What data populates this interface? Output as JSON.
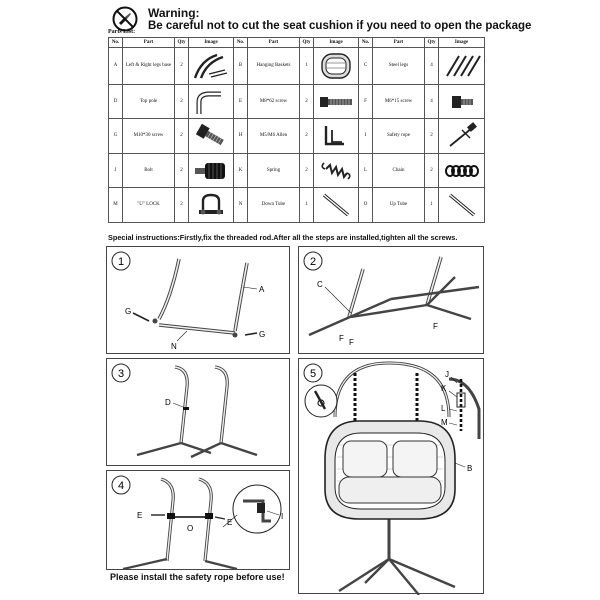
{
  "warning": {
    "title": "Warning:",
    "text": "Be careful not to cut the seat cushion if you need to open the package"
  },
  "parts_list_label": "Parts List:",
  "table": {
    "headers": [
      "No.",
      "Part",
      "Qty",
      "Image",
      "No.",
      "Part",
      "Qty",
      "Image",
      "No.",
      "Part",
      "Qty",
      "Image"
    ],
    "rows": [
      [
        {
          "no": "A",
          "part": "Left & Right legs base",
          "qty": "2",
          "icon": "legs-base-icon"
        },
        {
          "no": "B",
          "part": "Hanging Baskets",
          "qty": "1",
          "icon": "basket-icon"
        },
        {
          "no": "C",
          "part": "Steel legs",
          "qty": "4",
          "icon": "steel-legs-icon"
        }
      ],
      [
        {
          "no": "D",
          "part": "Top pole",
          "qty": "2",
          "icon": "top-pole-icon"
        },
        {
          "no": "E",
          "part": "M8*62 screw",
          "qty": "2",
          "icon": "screw-icon"
        },
        {
          "no": "F",
          "part": "M6*15 screw",
          "qty": "4",
          "icon": "short-screw-icon"
        }
      ],
      [
        {
          "no": "G",
          "part": "M10*30 screw",
          "qty": "2",
          "icon": "bolt-screw-icon"
        },
        {
          "no": "H",
          "part": "M5/M6 Allen",
          "qty": "2",
          "icon": "allen-key-icon"
        },
        {
          "no": "I",
          "part": "Safety rope",
          "qty": "2",
          "icon": "safety-rope-icon"
        }
      ],
      [
        {
          "no": "J",
          "part": "Bolt",
          "qty": "2",
          "icon": "bolt-icon"
        },
        {
          "no": "K",
          "part": "Spring",
          "qty": "2",
          "icon": "spring-icon"
        },
        {
          "no": "L",
          "part": "Chain",
          "qty": "2",
          "icon": "chain-icon"
        }
      ],
      [
        {
          "no": "M",
          "part": "\"U\" LOCK",
          "qty": "2",
          "icon": "u-lock-icon"
        },
        {
          "no": "N",
          "part": "Down Tube",
          "qty": "1",
          "icon": "down-tube-icon"
        },
        {
          "no": "O",
          "part": "Up Tube",
          "qty": "1",
          "icon": "up-tube-icon"
        }
      ]
    ]
  },
  "special_instructions": "Special instructions:Firstly,fix the threaded rod.After all the steps are installed,tighten all the screws.",
  "steps": {
    "s1": {
      "number": "1",
      "labels": {
        "a": "A",
        "g1": "G",
        "g2": "G",
        "n": "N"
      }
    },
    "s2": {
      "number": "2",
      "labels": {
        "c": "C",
        "f1": "F",
        "f2": "F",
        "f3": "F"
      }
    },
    "s3": {
      "number": "3",
      "labels": {
        "d": "D"
      }
    },
    "s4": {
      "number": "4",
      "labels": {
        "e1": "E",
        "e2": "E",
        "o": "O",
        "i": "I"
      }
    },
    "s5": {
      "number": "5",
      "labels": {
        "j": "J",
        "k": "K",
        "l": "L",
        "m": "M",
        "b": "B"
      }
    }
  },
  "bottom_note": "Please install the safety rope before use!"
}
